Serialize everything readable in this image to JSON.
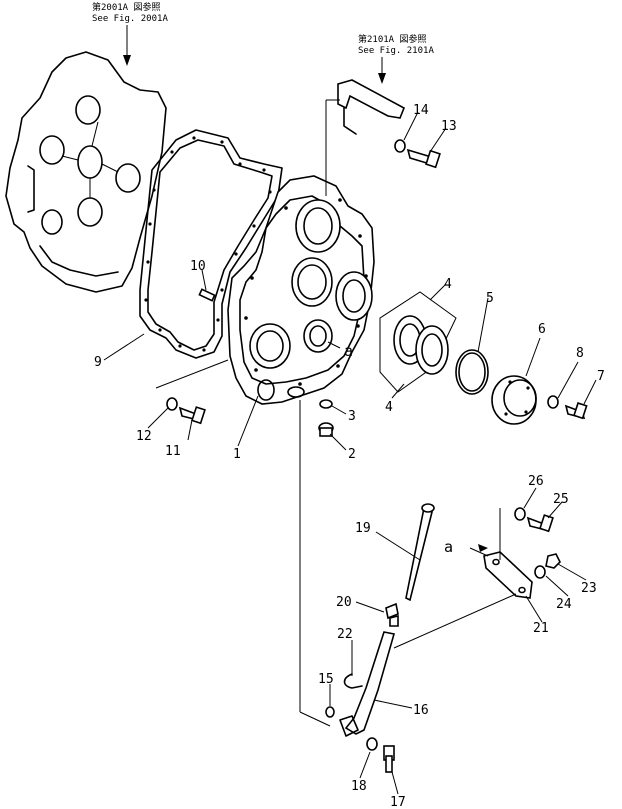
{
  "references": {
    "fig2001": {
      "line1": "第2001A 図参照",
      "line2": "See Fig. 2001A"
    },
    "fig2101": {
      "line1": "第2101A 図参照",
      "line2": "See Fig. 2101A"
    }
  },
  "callouts": {
    "c1": "1",
    "c2": "2",
    "c3": "3",
    "c4a": "4",
    "c4b": "4",
    "c5": "5",
    "c6": "6",
    "c7": "7",
    "c8": "8",
    "c9": "9",
    "c10": "10",
    "c11": "11",
    "c12": "12",
    "c13": "13",
    "c14": "14",
    "c15": "15",
    "c16": "16",
    "c17": "17",
    "c18": "18",
    "c19": "19",
    "c20": "20",
    "c21": "21",
    "c22": "22",
    "c23": "23",
    "c24": "24",
    "c25": "25",
    "c26": "26",
    "ca1": "a",
    "ca2": "a"
  }
}
